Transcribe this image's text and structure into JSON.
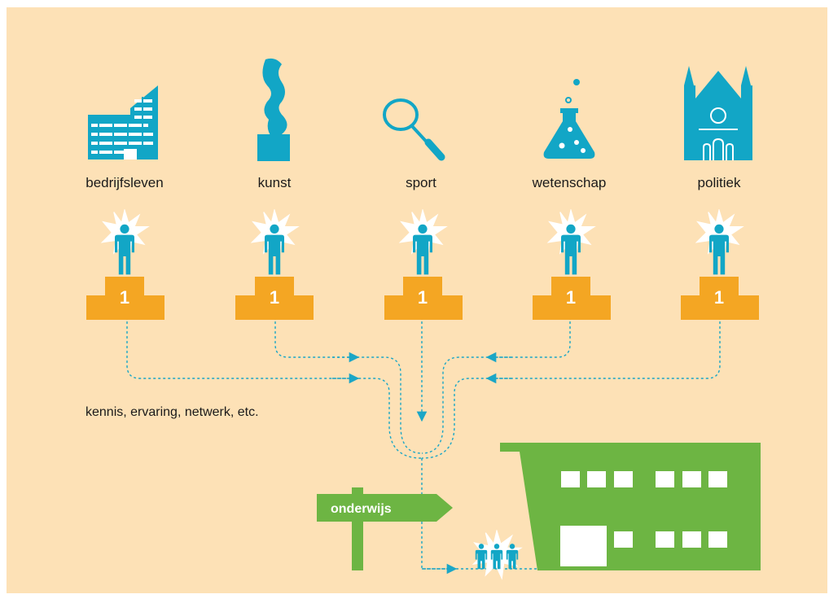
{
  "categories": [
    {
      "label": "bedrijfsleven",
      "icon": "office-building-icon",
      "podium_rank": "1"
    },
    {
      "label": "kunst",
      "icon": "sculpture-icon",
      "podium_rank": "1"
    },
    {
      "label": "sport",
      "icon": "racket-icon",
      "podium_rank": "1"
    },
    {
      "label": "wetenschap",
      "icon": "flask-icon",
      "podium_rank": "1"
    },
    {
      "label": "politiek",
      "icon": "parliament-building-icon",
      "podium_rank": "1"
    }
  ],
  "flow_note": "kennis, ervaring, netwerk, etc.",
  "signpost_label": "onderwijs",
  "colors": {
    "background": "#fde1b6",
    "cyan": "#12a6c6",
    "podium": "#f4a623",
    "green": "#6db543",
    "white": "#ffffff"
  }
}
